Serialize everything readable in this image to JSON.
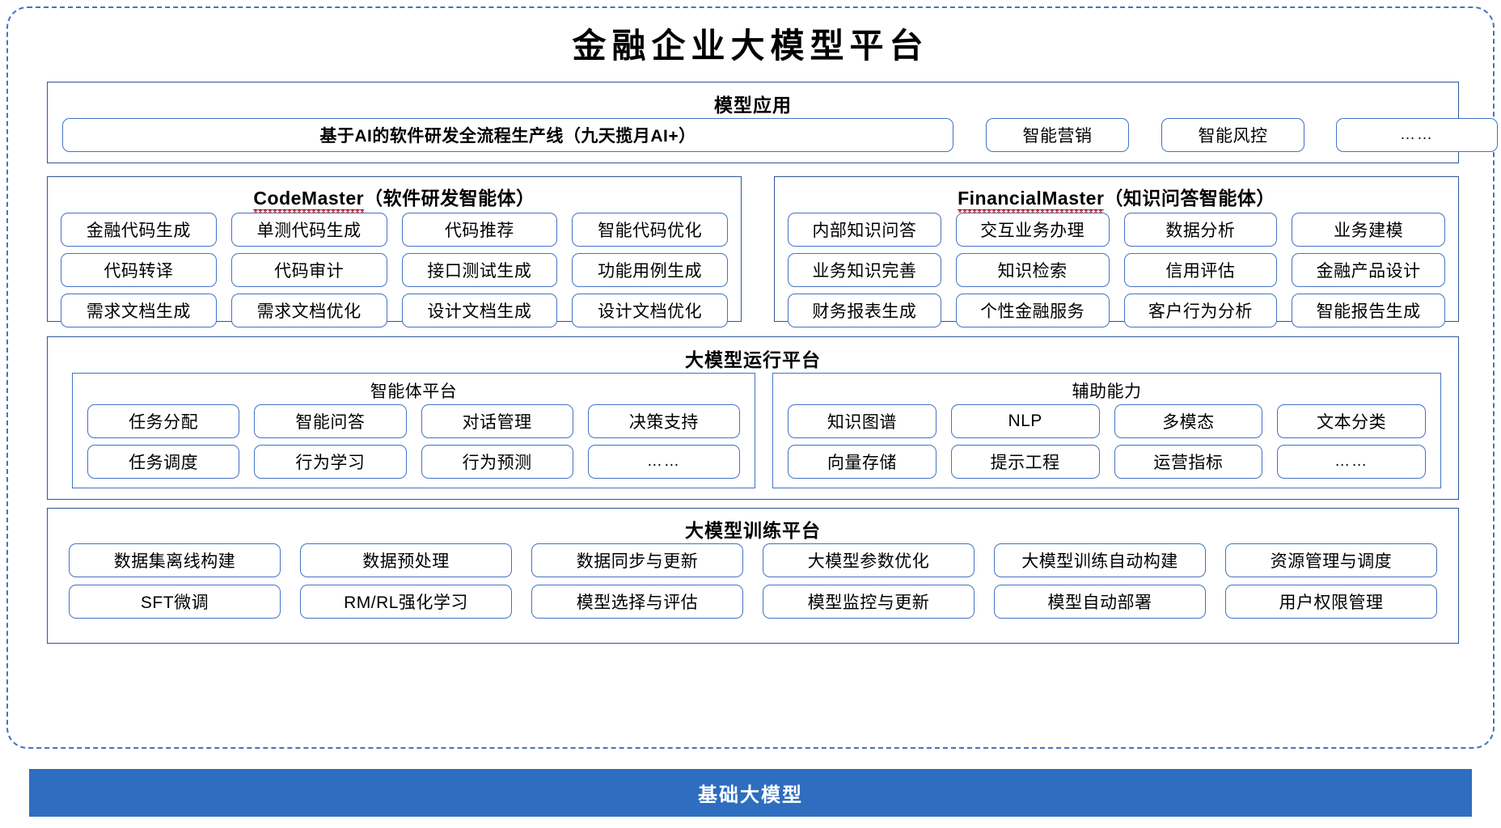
{
  "page": {
    "title": "金融企业大模型平台",
    "accent_blue": "#2E6DBF",
    "border_blue": "#4472C4",
    "frame_blue": "#2F5597"
  },
  "model_application": {
    "title": "模型应用",
    "pipeline": "基于AI的软件研发全流程生产线（九天揽月AI+）",
    "items": [
      "智能营销",
      "智能风控"
    ],
    "more": "……"
  },
  "agents": [
    {
      "name_en": "CodeMaster",
      "name_cn": "（软件研发智能体）",
      "capabilities": [
        "金融代码生成",
        "单测代码生成",
        "代码推荐",
        "智能代码优化",
        "代码转译",
        "代码审计",
        "接口测试生成",
        "功能用例生成",
        "需求文档生成",
        "需求文档优化",
        "设计文档生成",
        "设计文档优化"
      ]
    },
    {
      "name_en": "FinancialMaster",
      "name_cn": "（知识问答智能体）",
      "capabilities": [
        "内部知识问答",
        "交互业务办理",
        "数据分析",
        "业务建模",
        "业务知识完善",
        "知识检索",
        "信用评估",
        "金融产品设计",
        "财务报表生成",
        "个性金融服务",
        "客户行为分析",
        "智能报告生成"
      ]
    }
  ],
  "runtime_platform": {
    "title": "大模型运行平台",
    "subpanels": [
      {
        "title": "智能体平台",
        "items": [
          "任务分配",
          "智能问答",
          "对话管理",
          "决策支持",
          "任务调度",
          "行为学习",
          "行为预测",
          "……"
        ]
      },
      {
        "title": "辅助能力",
        "items": [
          "知识图谱",
          "NLP",
          "多模态",
          "文本分类",
          "向量存储",
          "提示工程",
          "运营指标",
          "……"
        ]
      }
    ]
  },
  "training_platform": {
    "title": "大模型训练平台",
    "items": [
      "数据集离线构建",
      "数据预处理",
      "数据同步与更新",
      "大模型参数优化",
      "大模型训练自动构建",
      "资源管理与调度",
      "SFT微调",
      "RM/RL强化学习",
      "模型选择与评估",
      "模型监控与更新",
      "模型自动部署",
      "用户权限管理"
    ]
  },
  "foundation": {
    "label": "基础大模型"
  }
}
